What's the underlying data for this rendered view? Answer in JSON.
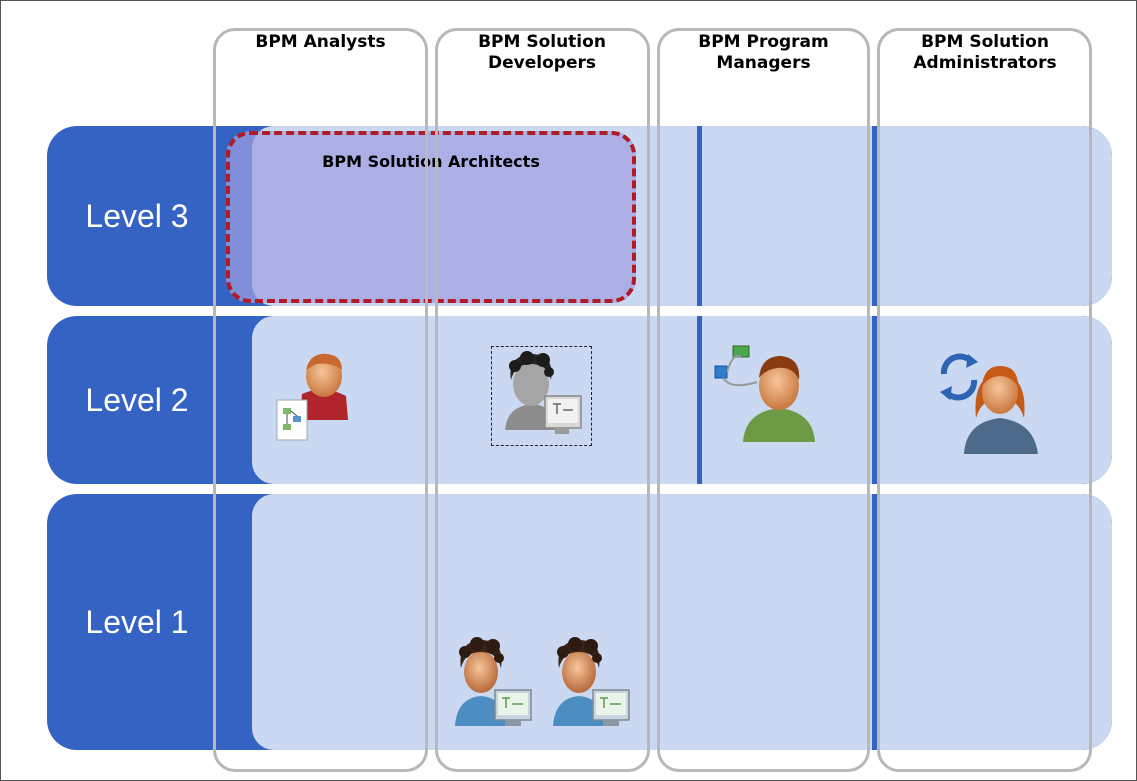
{
  "columns": [
    {
      "title": "BPM Analysts"
    },
    {
      "title": "BPM Solution Developers"
    },
    {
      "title": "BPM Program Managers"
    },
    {
      "title": "BPM Solution Administrators"
    }
  ],
  "levels": [
    {
      "label": "Level 3"
    },
    {
      "label": "Level 2"
    },
    {
      "label": "Level 1"
    }
  ],
  "architects": {
    "label": "BPM Solution Architects"
  },
  "colors": {
    "band": "#3463c4",
    "cell": "#cad8f1",
    "column_border": "#b8b8b8",
    "architects_fill": "#a0a0e1",
    "architects_border": "#b01c24"
  },
  "icons": {
    "analyst": "analyst-person-icon",
    "developer_selected": "developer-person-icon",
    "program_manager": "program-manager-person-icon",
    "administrator": "administrator-person-icon",
    "developer_1a": "developer-person-icon",
    "developer_1b": "developer-person-icon"
  }
}
